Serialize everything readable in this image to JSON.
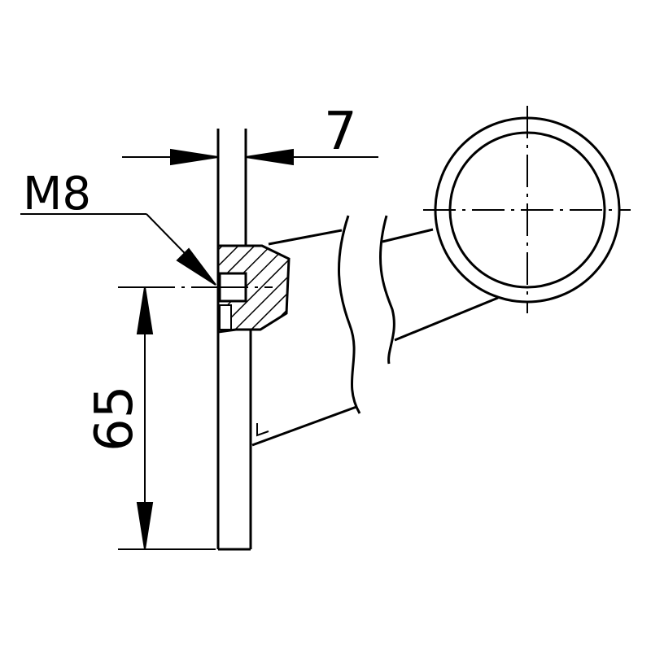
{
  "drawing": {
    "dimension_width": "7",
    "thread_label": "M8",
    "dimension_height": "65"
  },
  "colors": {
    "line": "#000000",
    "background": "#ffffff"
  }
}
